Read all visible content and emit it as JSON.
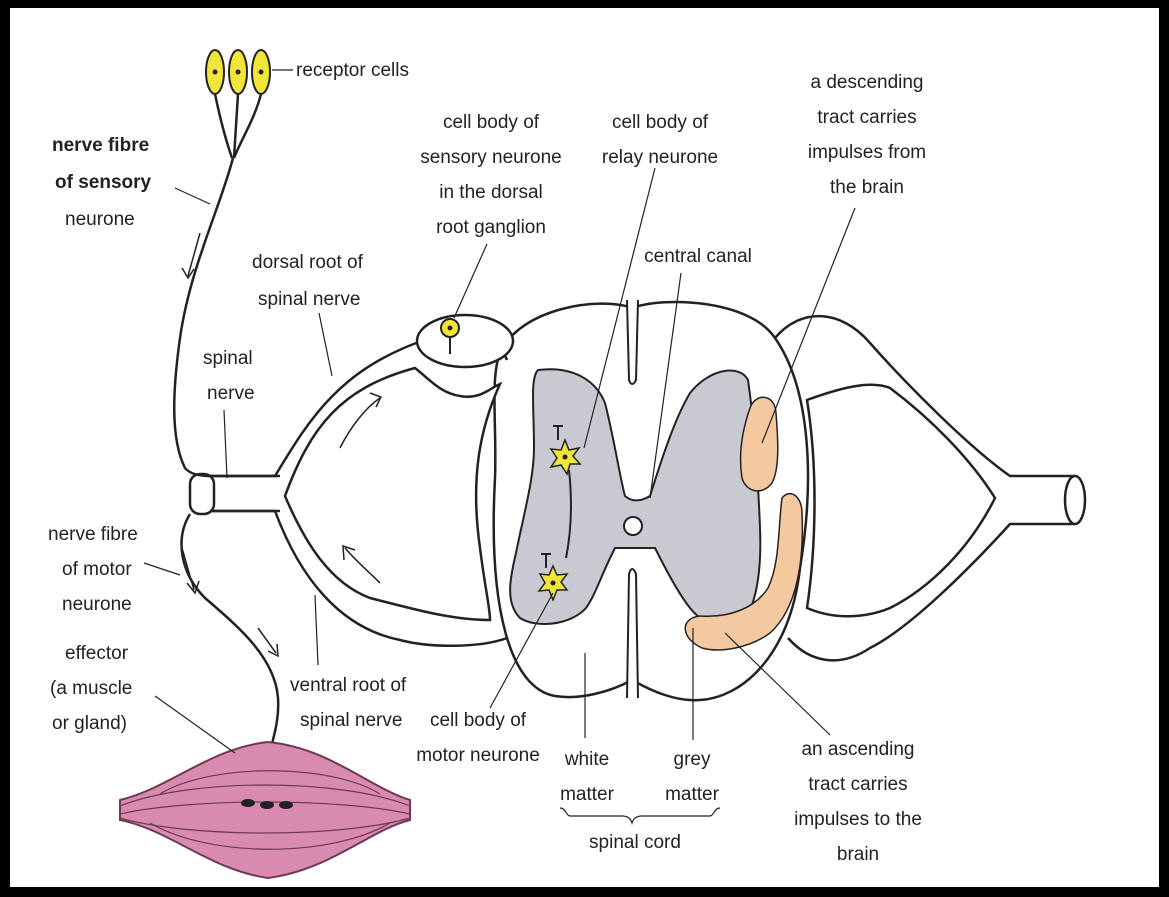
{
  "labels": {
    "receptor_cells": "receptor cells",
    "nerve_fibre_sensory": [
      "nerve fibre",
      "of sensory",
      "neurone"
    ],
    "spinal_nerve": [
      "spinal",
      "nerve"
    ],
    "dorsal_root": [
      "dorsal root of",
      "spinal nerve"
    ],
    "cell_body_sensory": [
      "cell body of",
      "sensory neurone",
      "in the dorsal",
      "root ganglion"
    ],
    "cell_body_relay": [
      "cell body of",
      "relay neurone"
    ],
    "central_canal": "central canal",
    "descending_tract": [
      "a descending",
      "tract carries",
      "impulses from",
      "the brain"
    ],
    "nerve_fibre_motor": [
      "nerve fibre",
      "of motor",
      "neurone"
    ],
    "effector": [
      "effector",
      "(a muscle",
      "or gland)"
    ],
    "ventral_root": [
      "ventral root of",
      "spinal nerve"
    ],
    "cell_body_motor": [
      "cell body of",
      "motor neurone"
    ],
    "white_matter": [
      "white",
      "matter"
    ],
    "grey_matter": [
      "grey",
      "matter"
    ],
    "spinal_cord": "spinal cord",
    "ascending_tract": [
      "an ascending",
      "tract carries",
      "impulses to the",
      "brain"
    ]
  },
  "colors": {
    "grey_matter": "#c9c9d2",
    "tracts": "#f5c9a0",
    "cell_bodies": "#f2e53a",
    "muscle": "#d98ab0",
    "outline": "#222222"
  }
}
